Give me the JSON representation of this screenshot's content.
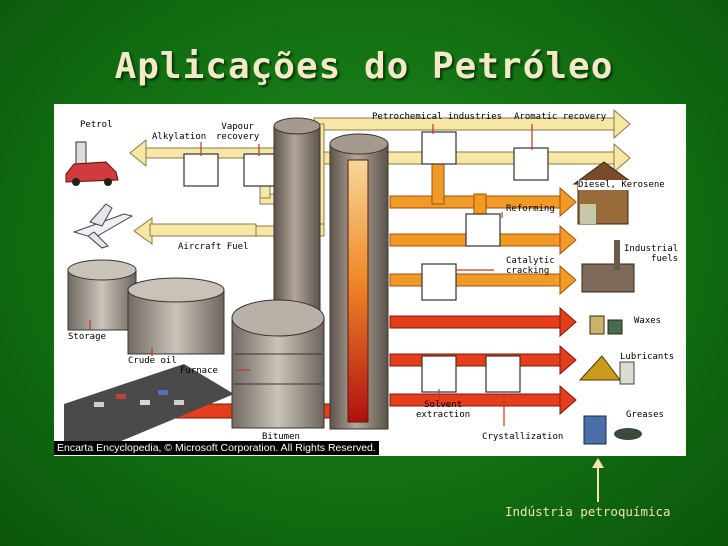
{
  "slide": {
    "title": "Aplicações do Petróleo"
  },
  "diagram": {
    "labels": {
      "petrol": "Petrol",
      "alkylation": "Alkylation",
      "vapour_recovery": "Vapour\nrecovery",
      "petrochemical": "Petrochemical industries",
      "aromatic": "Aromatic recovery",
      "diesel": "Diesel, Kerosene",
      "reforming": "Reforming",
      "catalytic": "Catalytic\ncracking",
      "aircraft_fuel": "Aircraft Fuel",
      "industrial_fuels": "Industrial\nfuels",
      "storage": "Storage",
      "crude_oil": "Crude oil",
      "furnace": "Furnace",
      "waxes": "Waxes",
      "lubricants": "Lubricants",
      "solvent": "Solvent\nextraction",
      "greases": "Greases",
      "crystallization": "Crystallization",
      "bitumen": "Bitumen"
    },
    "copyright": "Encarta Encyclopedia, © Microsoft Corporation. All Rights Reserved."
  },
  "caption": "Indústria petroquímica",
  "colors": {
    "background": "#127012",
    "title": "#f3e9c6",
    "caption": "#f1e3b0",
    "pipe_light": "#f7e7a4",
    "pipe_orange": "#f29a26",
    "pipe_red": "#e63d1c",
    "column": "#8c7f74"
  }
}
